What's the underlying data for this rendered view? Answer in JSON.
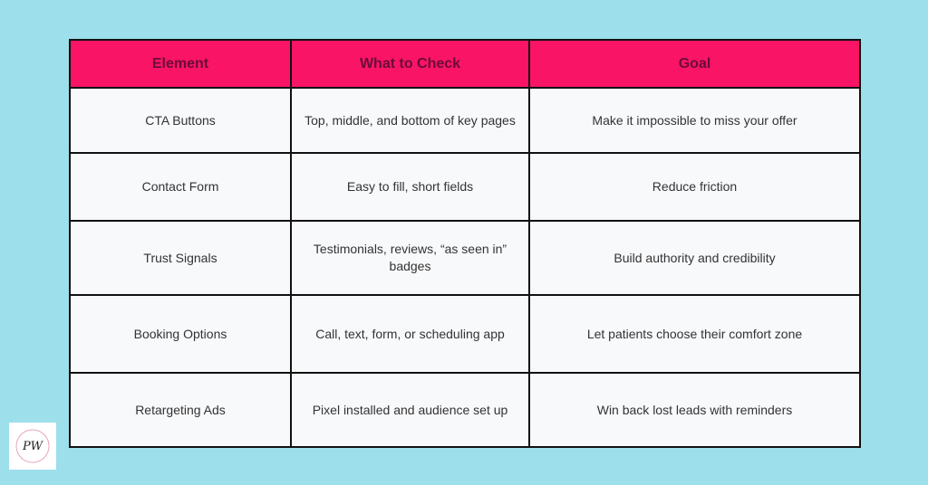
{
  "table": {
    "headers": [
      "Element",
      "What to Check",
      "Goal"
    ],
    "rows": [
      [
        "CTA Buttons",
        "Top, middle, and bottom of key pages",
        "Make it impossible to miss your offer"
      ],
      [
        "Contact Form",
        "Easy to fill, short fields",
        "Reduce friction"
      ],
      [
        "Trust Signals",
        "Testimonials, reviews, “as seen in” badges",
        "Build authority and credibility"
      ],
      [
        "Booking Options",
        "Call, text, form, or scheduling app",
        "Let patients choose their comfort zone"
      ],
      [
        "Retargeting Ads",
        "Pixel installed and audience set up",
        "Win back lost leads with reminders"
      ]
    ]
  },
  "logo": {
    "text": "PW"
  },
  "colors": {
    "background": "#9ddfea",
    "header": "#f91466",
    "header_text": "#6a0c38"
  }
}
